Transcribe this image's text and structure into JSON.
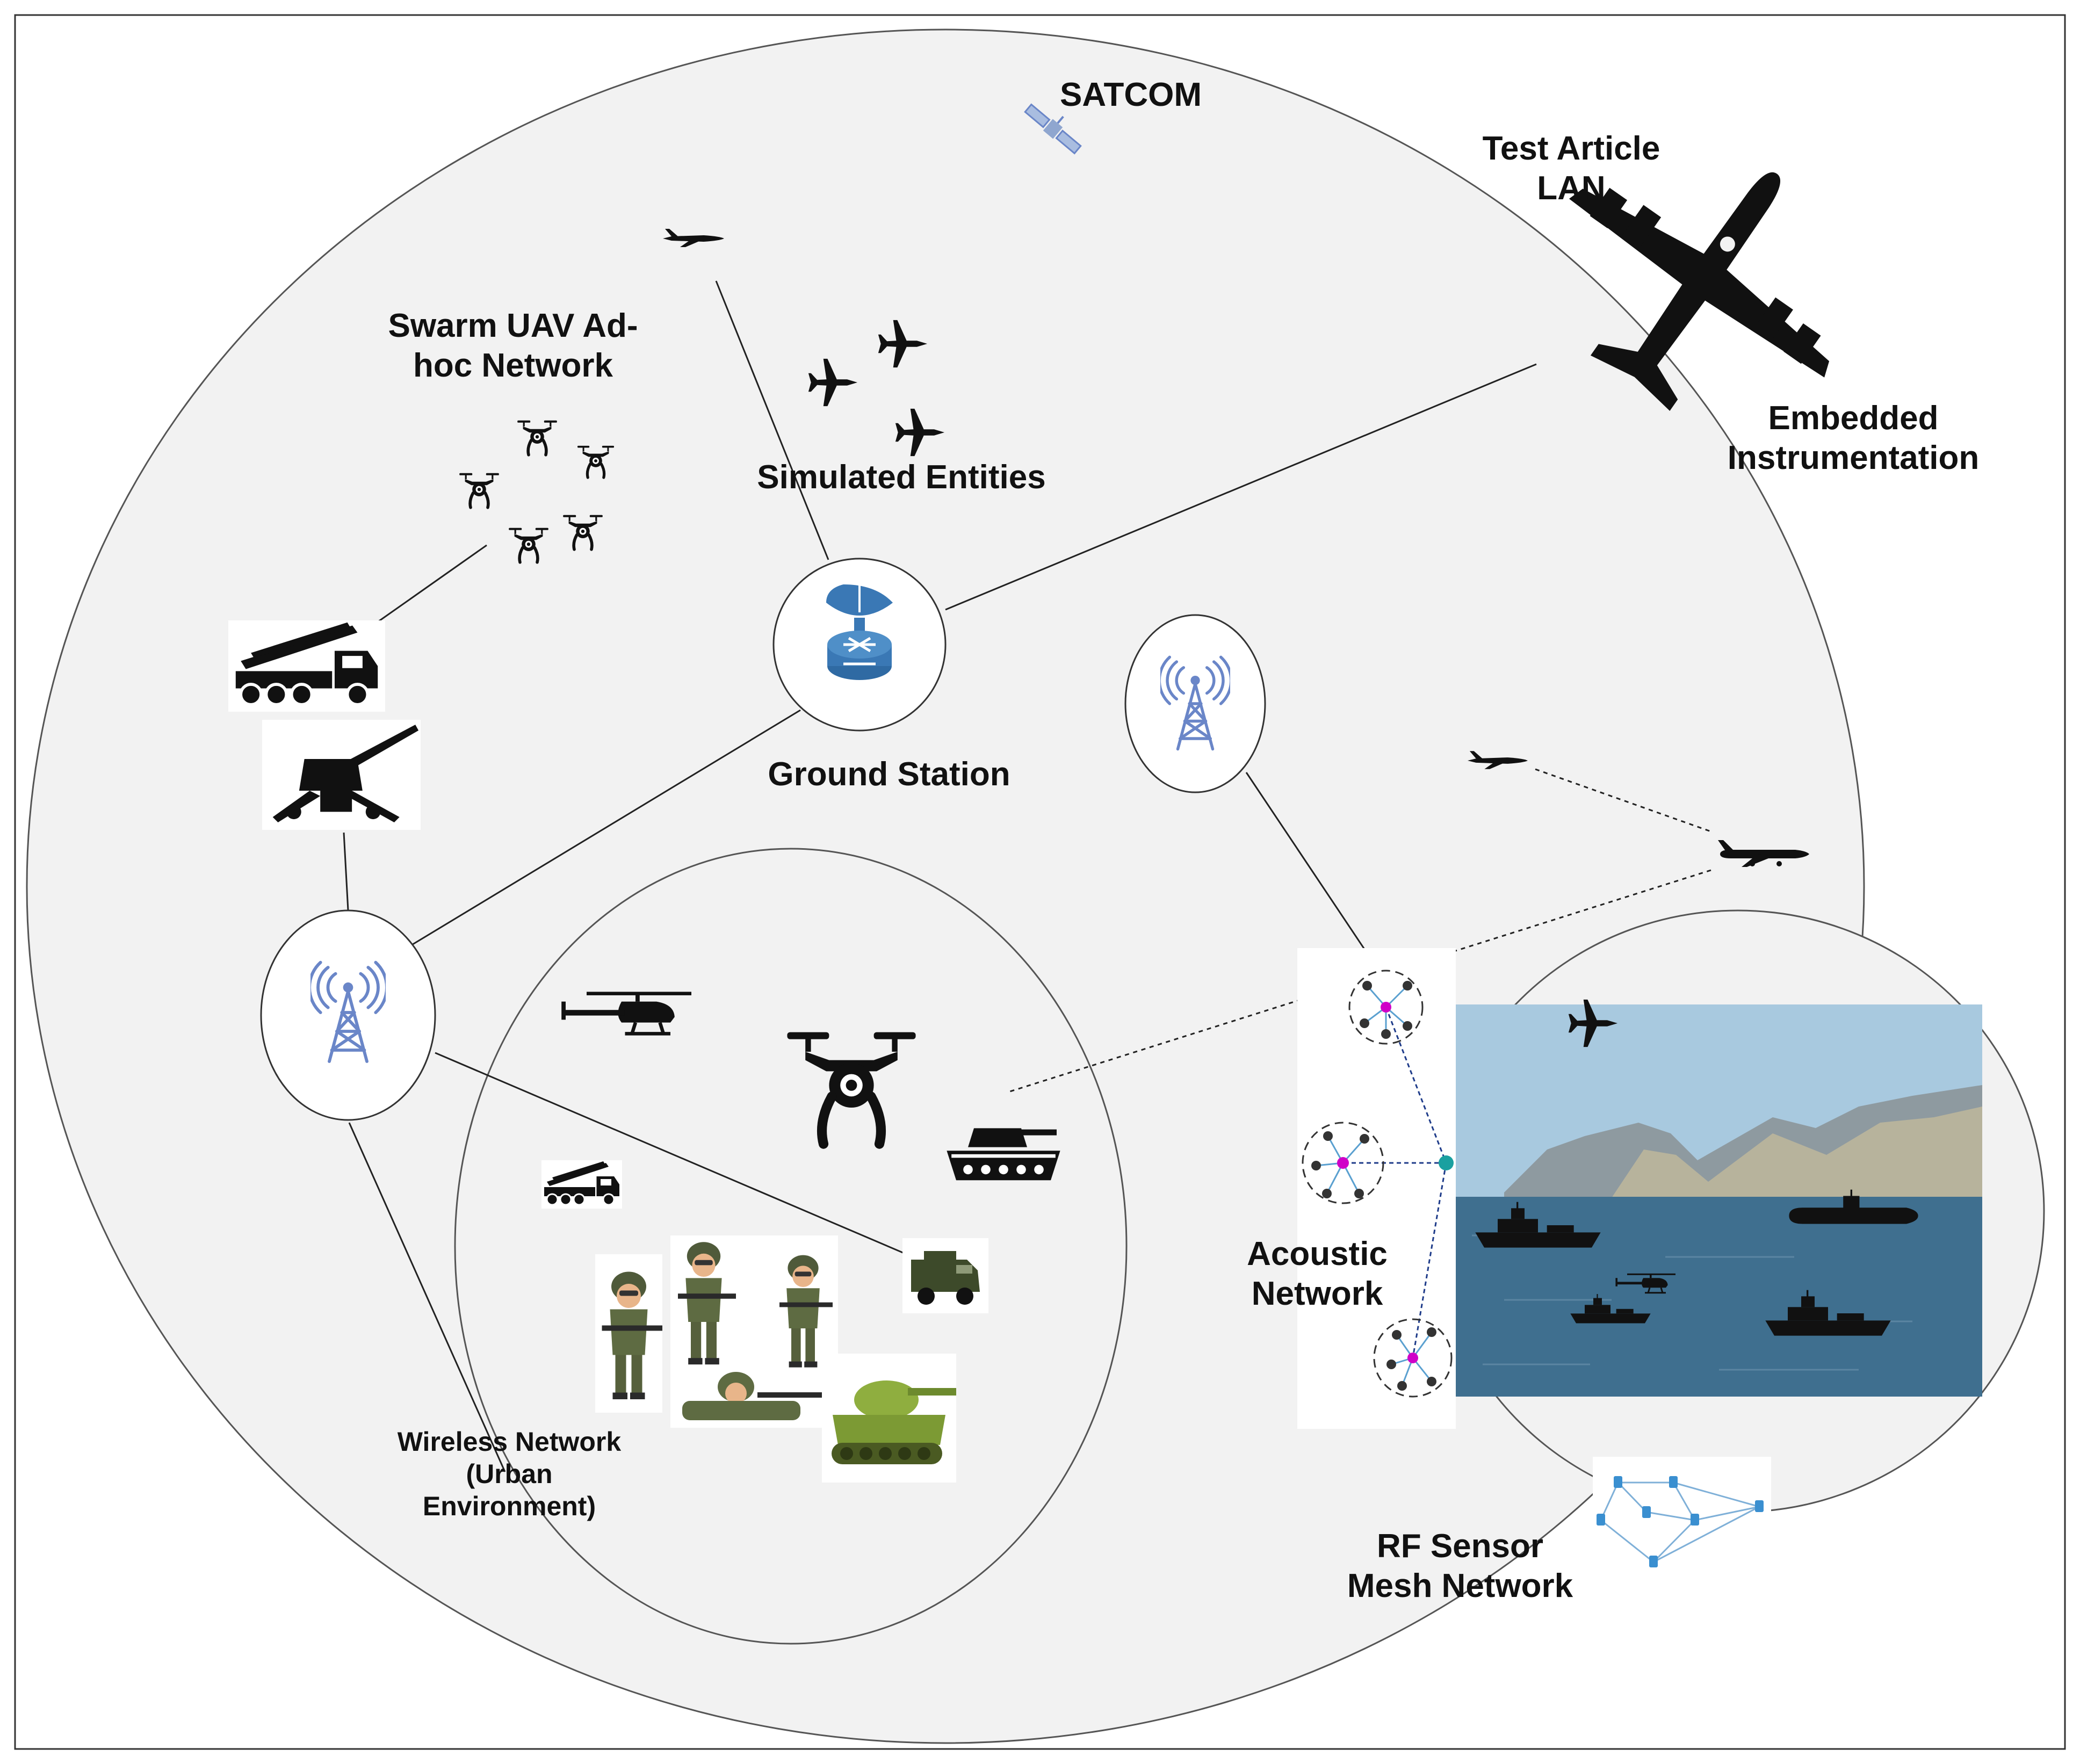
{
  "labels": {
    "satcom": "SATCOM",
    "test_article": "Test Article\nLAN",
    "embedded": "Embedded\nInstrumentation",
    "swarm": "Swarm UAV Ad-\nhoc Network",
    "simulated": "Simulated Entities",
    "ground_station": "Ground Station",
    "acoustic": "Acoustic\nNetwork",
    "wireless": "Wireless Network\n(Urban\nEnvironment)",
    "rf_sensor": "RF Sensor\nMesh Network"
  },
  "colors": {
    "region_fill": "#f2f2f2",
    "region_stroke": "#555555",
    "link": "#222222",
    "icon_blue": "#3a78b5",
    "tower_blue": "#6a86c8",
    "silhouette": "#111111",
    "sea": "#3f6f8f",
    "sky": "#a8c9df",
    "node_magenta": "#d000c8",
    "node_teal": "#1aa0a0"
  },
  "icons": [
    "satellite-icon",
    "fighter-jet-icon",
    "large-aircraft-icon",
    "quadcopter-icon",
    "missile-launcher-icon",
    "artillery-gun-icon",
    "radio-tower-icon",
    "ground-station-icon",
    "helicopter-icon",
    "tank-icon",
    "soldier-icon",
    "armored-truck-icon",
    "airliner-icon",
    "warship-icon",
    "submarine-icon",
    "sensor-mesh-icon"
  ]
}
